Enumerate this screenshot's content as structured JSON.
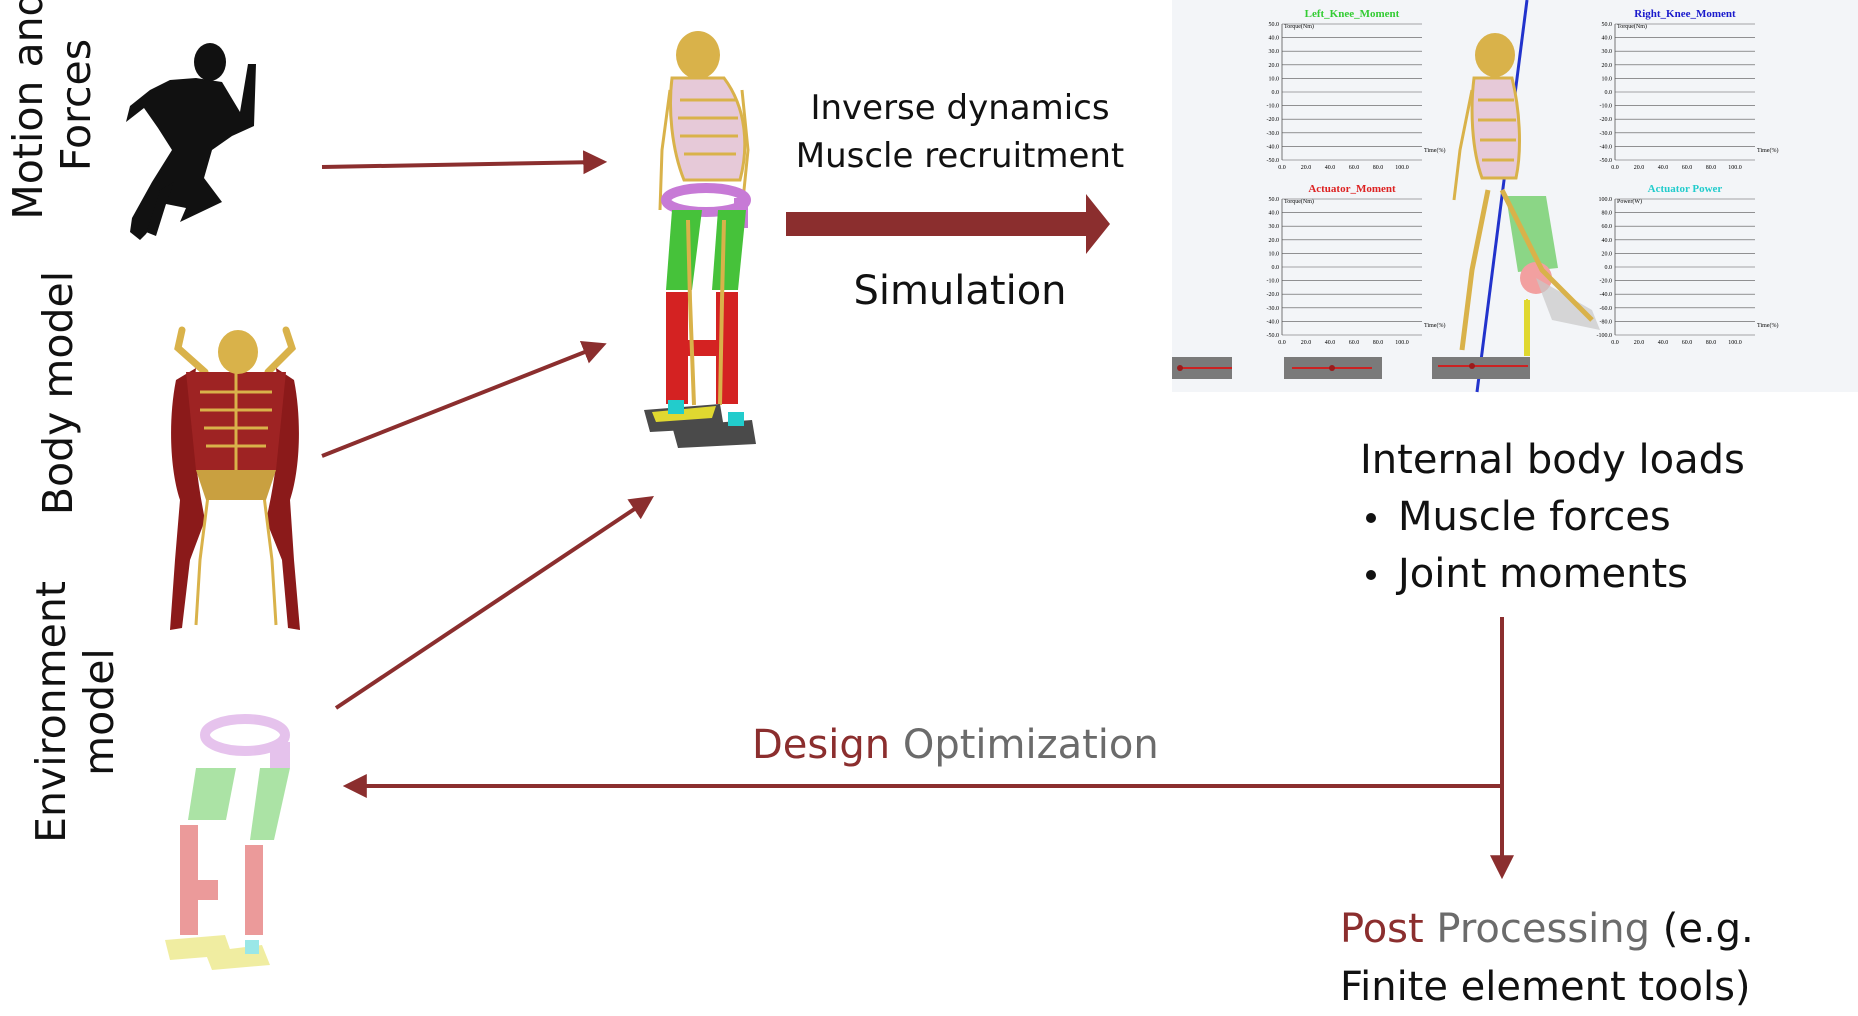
{
  "inputs": {
    "motion": {
      "line1": "Motion and",
      "line2": "Forces"
    },
    "body": {
      "label": "Body model"
    },
    "environment": {
      "line1": "Environment",
      "line2": "model"
    }
  },
  "process": {
    "line1": "Inverse dynamics",
    "line2": "Muscle recruitment",
    "simulation": "Simulation"
  },
  "simulation_plots": [
    {
      "title": "Left_Knee_Moment",
      "unit": "Torque(Nm)",
      "color": "#33cc33",
      "yticks": [
        "50.0",
        "40.0",
        "30.0",
        "20.0",
        "10.0",
        "0.0",
        "-10.0",
        "-20.0",
        "-30.0",
        "-40.0",
        "-50.0"
      ]
    },
    {
      "title": "Right_Knee_Moment",
      "unit": "Torque(Nm)",
      "color": "#1a1acc",
      "yticks": [
        "50.0",
        "40.0",
        "30.0",
        "20.0",
        "10.0",
        "0.0",
        "-10.0",
        "-20.0",
        "-30.0",
        "-40.0",
        "-50.0"
      ]
    },
    {
      "title": "Actuator_Moment",
      "unit": "Torque(Nm)",
      "color": "#dd2222",
      "yticks": [
        "50.0",
        "40.0",
        "30.0",
        "20.0",
        "10.0",
        "0.0",
        "-10.0",
        "-20.0",
        "-30.0",
        "-40.0",
        "-50.0"
      ]
    },
    {
      "title": "Actuator Power",
      "unit": "Power(W)",
      "color": "#22cccc",
      "yticks": [
        "100.0",
        "80.0",
        "60.0",
        "40.0",
        "20.0",
        "0.0",
        "-20.0",
        "-40.0",
        "-60.0",
        "-80.0",
        "-100.0"
      ]
    }
  ],
  "plot_xticks": [
    "0.0",
    "20.0",
    "40.0",
    "60.0",
    "80.0",
    "100.0"
  ],
  "plot_xunit": "Time(%)",
  "outputs": {
    "heading": "Internal body loads",
    "bullets": [
      "Muscle forces",
      "Joint moments"
    ]
  },
  "feedback": {
    "word1": "Design",
    "word2": "Optimization"
  },
  "post": {
    "word1": "Post",
    "word2": "Processing",
    "rest": "(e.g.",
    "line2": "Finite element tools)"
  },
  "colors": {
    "accent": "#8b2e2e",
    "gray": "#6b6b6b",
    "skeleton": "#d9b24a",
    "muscle": "#8b1a1a",
    "exo_green": "#46c23a",
    "exo_red": "#d42222",
    "exo_purple": "#c77ad6",
    "runner": "#111111"
  },
  "icons": [
    "runner-silhouette-icon",
    "musculoskeletal-body-icon",
    "exoskeleton-icon",
    "skeleton-with-exoskeleton-icon",
    "walking-skeleton-icon"
  ]
}
